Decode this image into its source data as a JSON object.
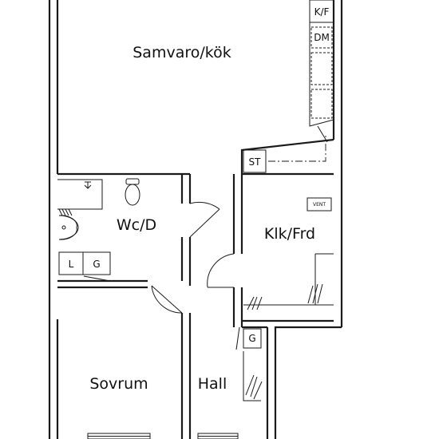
{
  "rooms": {
    "living_kitchen": "Samvaro/kök",
    "wc": "Wc/D",
    "closet": "Klk/Frd",
    "bedroom": "Sovrum",
    "hall": "Hall"
  },
  "fixtures": {
    "fridge_freezer": "K/F",
    "dishwasher": "DM",
    "storage": "ST",
    "vent": "VENT",
    "washer": "L",
    "dryer": "G",
    "hall_wardrobe": "G"
  }
}
